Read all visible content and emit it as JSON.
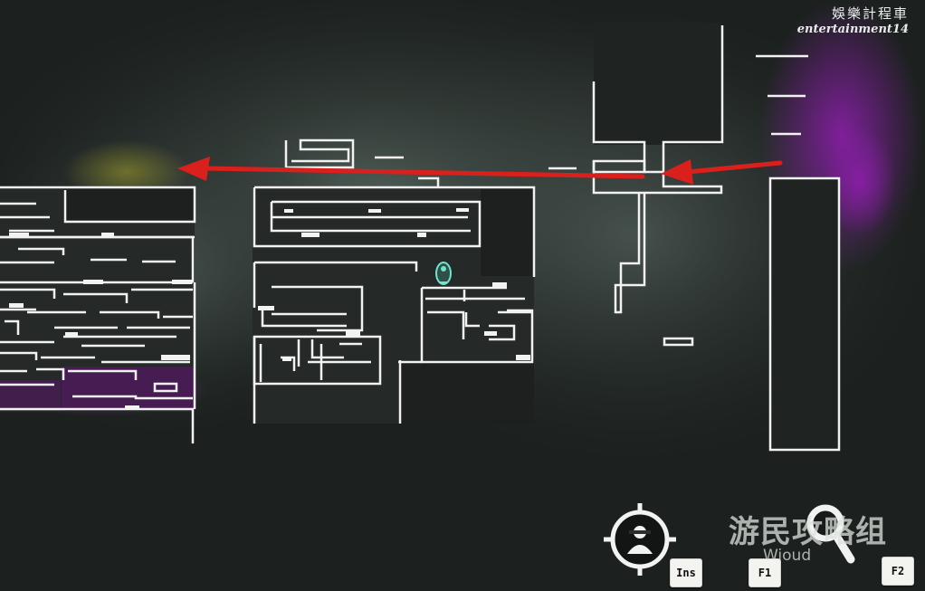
{
  "watermark": {
    "chinese": "娛樂計程車",
    "english": "entertainment14"
  },
  "site_logo": {
    "chinese": "游民攻略组",
    "english": "Wioud"
  },
  "hud": {
    "locate_key": "Ins",
    "map_key": "F1",
    "zoom_key": "F2"
  },
  "icons": {
    "locate": "crosshair-player-icon",
    "zoom": "magnifier-icon",
    "player": "player-marker-icon",
    "route": "route-arrow-icon"
  },
  "colors": {
    "background": "#1e2321",
    "map_fill": "#252927",
    "wall_stroke": "#f2f2f2",
    "route_arrow": "#d9201c",
    "purple_glow": "#8a1fa8",
    "player": "#6fe3cc"
  }
}
